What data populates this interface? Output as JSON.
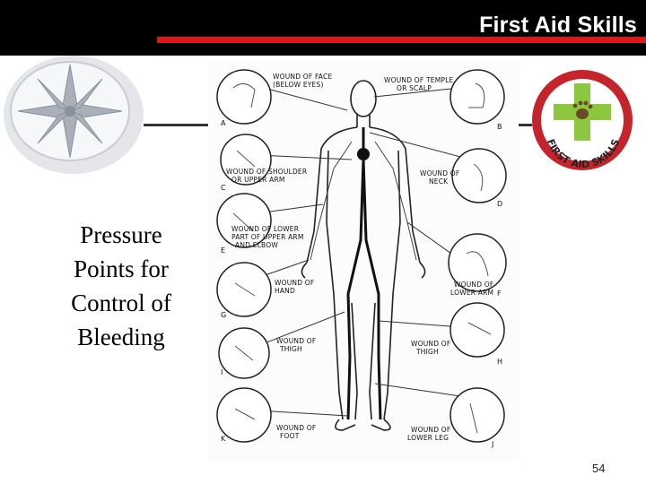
{
  "header": {
    "title": "First Aid Skills",
    "accent_color": "#e0161b",
    "bar_color": "#000000"
  },
  "heading": {
    "lines": [
      "Pressure",
      "Points for",
      "Control of",
      "Bleeding"
    ]
  },
  "diagram": {
    "icon": "human-anatomy-pressure-points",
    "labels": {
      "face": [
        "WOUND OF FACE",
        "(BELOW EYES)"
      ],
      "temple": [
        "WOUND OF TEMPLE",
        "OR SCALP"
      ],
      "shoulder": [
        "WOUND OF SHOULDER",
        "OR UPPER ARM"
      ],
      "neck": [
        "WOUND OF",
        "NECK"
      ],
      "lower_upper_arm": [
        "WOUND OF LOWER",
        "PART OF UPPER ARM",
        "AND ELBOW"
      ],
      "lower_arm": [
        "WOUND OF",
        "LOWER ARM"
      ],
      "hand": [
        "WOUND OF",
        "HAND"
      ],
      "thigh_left": [
        "WOUND OF",
        "THIGH"
      ],
      "thigh_right": [
        "WOUND OF",
        "THIGH"
      ],
      "foot": [
        "WOUND OF",
        "FOOT"
      ],
      "lower_leg": [
        "WOUND OF",
        "LOWER LEG"
      ]
    },
    "letters": [
      "A",
      "B",
      "C",
      "D",
      "E",
      "F",
      "G",
      "H",
      "I",
      "J",
      "K"
    ]
  },
  "badge": {
    "text": "FIRST AID SKILLS",
    "icon": "green-cross-paw-badge",
    "ring_color": "#c4242b",
    "cross_color": "#8dc63f"
  },
  "logo": {
    "icon": "compass-rose-logo"
  },
  "footer": {
    "page_number": "54"
  }
}
